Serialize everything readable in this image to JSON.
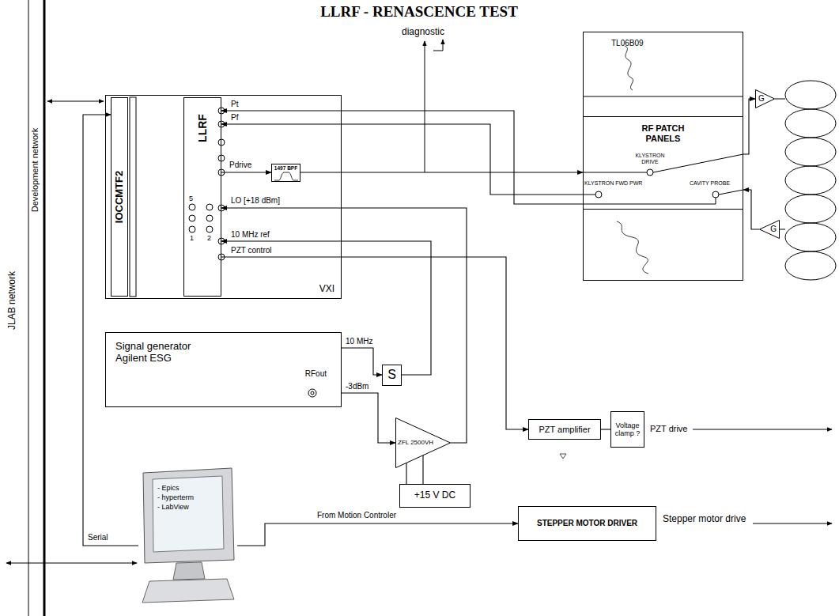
{
  "diagram": {
    "title": "LLRF - RENASCENCE TEST",
    "nodes": [
      {
        "text": [
          "VXI"
        ]
      },
      {
        "text": [
          "IOCCMTF2"
        ],
        "in": 0
      },
      {
        "text": [
          "LLRF"
        ],
        "in": 0
      },
      {
        "text": [
          "1497 BPF"
        ],
        "in": 0
      },
      {
        "text": [
          "TL06B09"
        ]
      },
      {
        "text": [
          "RF PATCH PANELS"
        ],
        "in": 4
      },
      {
        "text": [
          "G"
        ]
      },
      {
        "text": [
          "G"
        ]
      },
      {
        "text": [
          "Signal generator Agilent ESG",
          "RFout"
        ]
      },
      {
        "text": [
          "S"
        ]
      },
      {
        "text": [
          "ZFL 2500VH"
        ]
      },
      {
        "text": [
          "+15 V DC"
        ]
      },
      {
        "text": [
          "PZT amplifier"
        ]
      },
      {
        "text": [
          "Voltage clamp ?"
        ]
      },
      {
        "text": [
          "STEPPER MOTOR DRIVER"
        ]
      },
      {
        "text": [
          "- Epics",
          "- hyperterm",
          "- LabView"
        ]
      }
    ],
    "edges": [
      {
        "from": 2,
        "to": 3,
        "arrow": "to"
      },
      {
        "from": 3,
        "to": 5,
        "arrow": "to"
      },
      {
        "from": 5,
        "to": 2,
        "arrow": "to"
      },
      {
        "from": 5,
        "to": 2,
        "arrow": "to"
      },
      {
        "from": 5,
        "to": 6,
        "arrow": "to"
      },
      {
        "from": 7,
        "to": 5,
        "arrow": "to"
      },
      {
        "from": 8,
        "to": 9,
        "arrow": "to",
        "label": "10 MHz"
      },
      {
        "from": 8,
        "to": 10,
        "arrow": "to",
        "label": "-3dBm"
      },
      {
        "from": 9,
        "to": 2,
        "arrow": "to"
      },
      {
        "from": 10,
        "to": 2,
        "arrow": "to"
      },
      {
        "from": 10,
        "to": 11,
        "arrow": "none"
      },
      {
        "from": 10,
        "to": 11,
        "arrow": "none"
      },
      {
        "from": 2,
        "to": 12,
        "arrow": "to"
      },
      {
        "from": 12,
        "to": 13,
        "arrow": "none"
      },
      {
        "from": 15,
        "to": 14,
        "arrow": "to",
        "label": "From Motion Controler"
      },
      {
        "from": 15,
        "to": 1,
        "arrow": "to",
        "label": "Serial"
      }
    ],
    "labels": [
      "JLAB network",
      "Development network",
      "Pt",
      "Pf",
      "Pdrive",
      "LO [+18 dBm]",
      "5",
      "1",
      "2",
      "10 MHz ref",
      "PZT control",
      "diagnostic",
      "KLYSTRON FWD PWR",
      "KLYSTRON DRIVE",
      "CAVITY PROBE",
      "PZT drive",
      "Stepper motor drive"
    ]
  }
}
